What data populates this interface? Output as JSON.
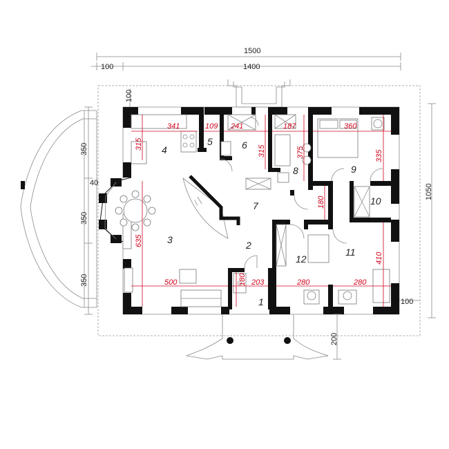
{
  "dimensions": {
    "overall_width": "1500",
    "inner_width": "1400",
    "left_offset": "100",
    "top_wall": "100",
    "depth": "1050",
    "right_wall": "100",
    "entrance_depth": "200",
    "left_350_top": "350",
    "left_40": "40",
    "left_350_mid": "350",
    "left_350_bottom": "350"
  },
  "room_dimensions": {
    "r4_width": "341",
    "r5_width": "109",
    "r6_width": "241",
    "r8_width": "187",
    "r9_width": "360",
    "r4_depth": "315",
    "r6_depth": "315",
    "r8_depth": "375",
    "r9_depth": "335",
    "r3_depth": "635",
    "corridor_depth": "180",
    "r11_depth": "410",
    "r3_width": "500",
    "r1_depth": "180",
    "r1_width": "203",
    "r12_width": "280",
    "r11_width": "280"
  },
  "rooms": [
    "1",
    "2",
    "3",
    "4",
    "5",
    "6",
    "7",
    "8",
    "9",
    "10",
    "11",
    "12"
  ]
}
